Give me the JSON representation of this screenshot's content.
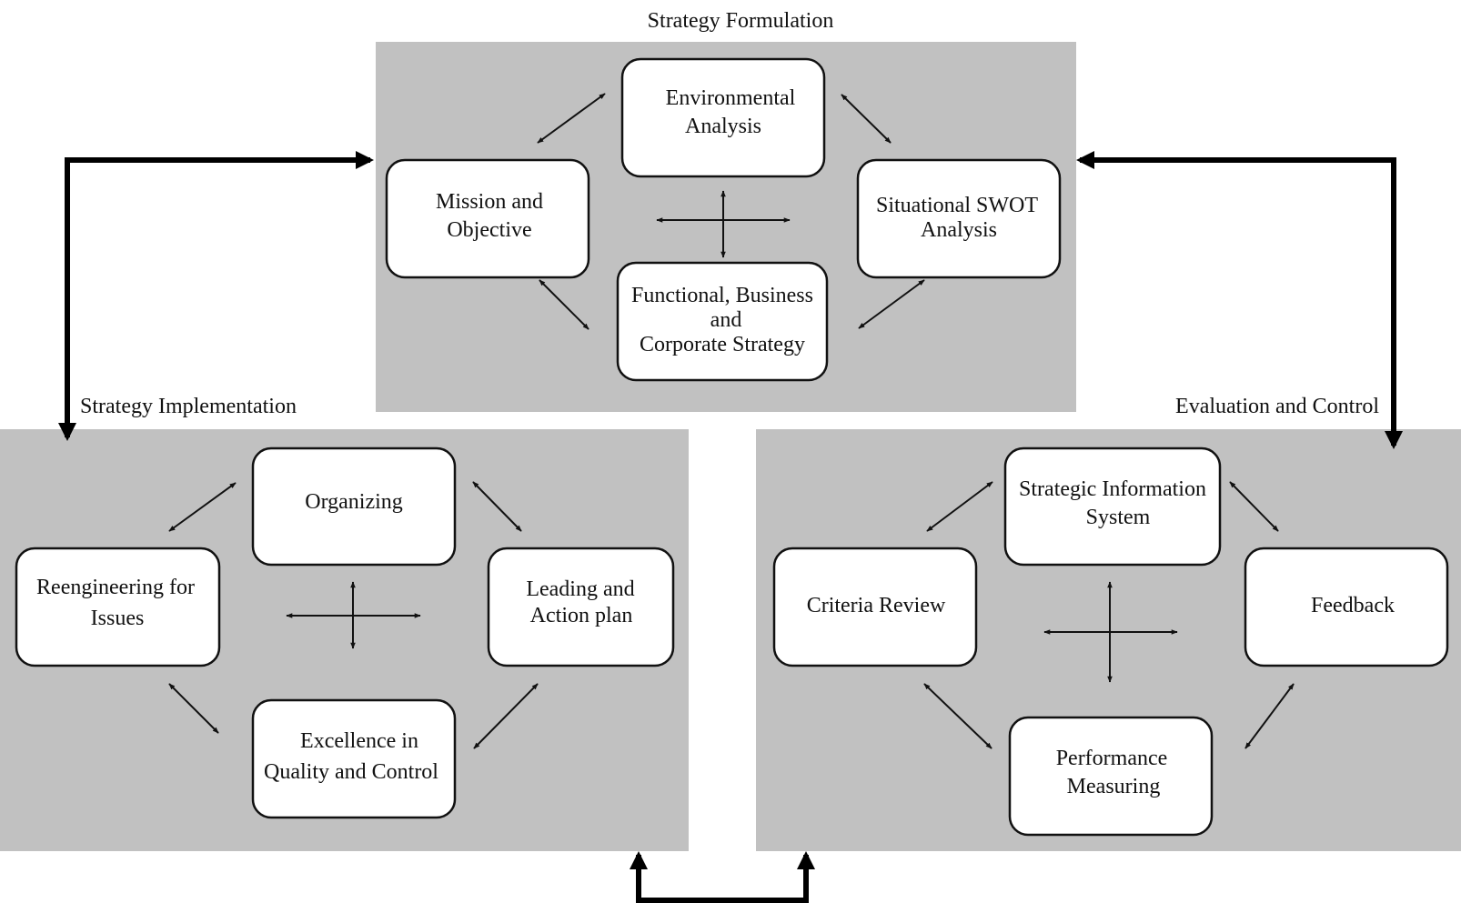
{
  "colors": {
    "panel": "#c1c1c1",
    "box_fill": "#ffffff",
    "stroke": "#111111"
  },
  "panels": {
    "formulation": {
      "title": "Strategy Formulation",
      "boxes": {
        "environmental": [
          "Environmental",
          "Analysis"
        ],
        "mission": [
          "Mission and",
          "Objective"
        ],
        "swot": [
          "Situational SWOT",
          "Analysis"
        ],
        "functional": [
          "Functional, Business",
          "and",
          "Corporate Strategy"
        ]
      }
    },
    "implementation": {
      "title": "Strategy Implementation",
      "boxes": {
        "organizing": [
          "Organizing"
        ],
        "reengineering": [
          "Reengineering for",
          "Issues"
        ],
        "leading": [
          "Leading and",
          "Action plan"
        ],
        "excellence": [
          "Excellence in",
          "Quality and Control"
        ]
      }
    },
    "evaluation": {
      "title": "Evaluation and Control",
      "boxes": {
        "sis": [
          "Strategic Information",
          "System"
        ],
        "criteria": [
          "Criteria Review"
        ],
        "feedback": [
          "Feedback"
        ],
        "performance": [
          "Performance",
          "Measuring"
        ]
      }
    }
  }
}
